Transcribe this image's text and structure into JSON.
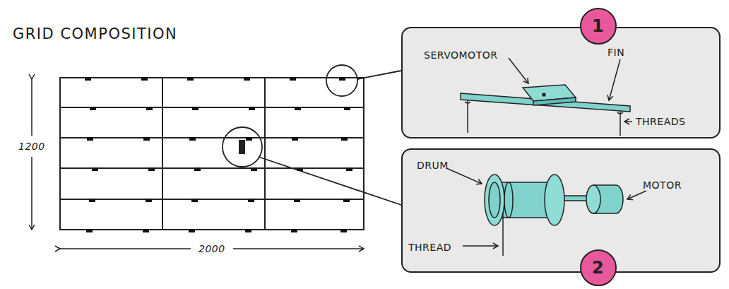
{
  "diagram": {
    "title": "GRID COMPOSITION",
    "nodes": [
      {
        "text": [
          "1"
        ]
      },
      {
        "text": [
          "SERVOMOTOR",
          "FIN",
          "THREADS"
        ]
      },
      {
        "text": [
          "DRUM",
          "MOTOR",
          "THREAD"
        ]
      },
      {
        "text": [
          "2"
        ]
      }
    ],
    "labels": [
      "1200",
      "2000"
    ]
  }
}
